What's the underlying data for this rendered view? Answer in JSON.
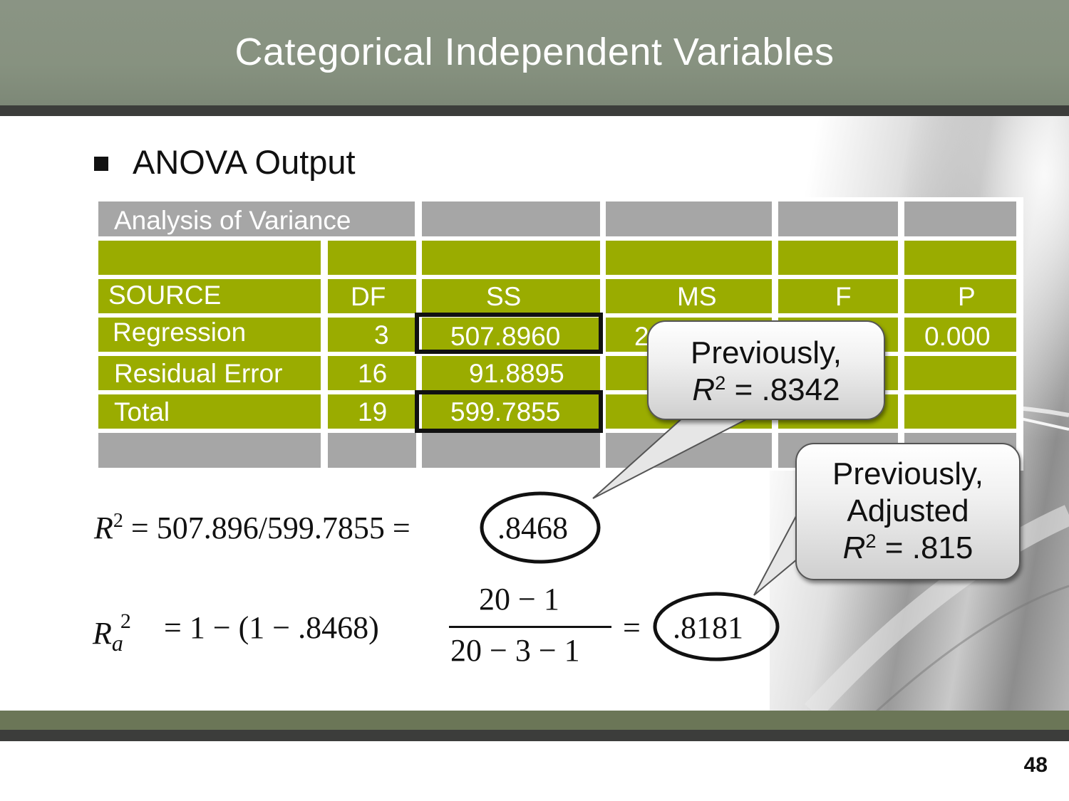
{
  "slide": {
    "title": "Categorical Independent Variables",
    "bullet": "ANOVA Output",
    "page_number": "48"
  },
  "table": {
    "caption": "Analysis of Variance",
    "headers": [
      "SOURCE",
      "DF",
      "SS",
      "MS",
      "F",
      "P"
    ],
    "rows": [
      {
        "source": "Regression",
        "df": "3",
        "ss": "507.8960",
        "ms": "2",
        "f": "",
        "p": "0.000"
      },
      {
        "source": "Residual Error",
        "df": "16",
        "ss": "91.8895",
        "ms": "",
        "f": "",
        "p": ""
      },
      {
        "source": "Total",
        "df": "19",
        "ss": "599.7855",
        "ms": "",
        "f": "",
        "p": ""
      }
    ]
  },
  "callouts": {
    "r2": {
      "line1": "Previously,",
      "var": "R",
      "exp": "2",
      "value": " = .8342"
    },
    "adj": {
      "line1": "Previously,",
      "line2": "Adjusted",
      "var": "R",
      "exp": "2",
      "value": " = .815"
    }
  },
  "formulas": {
    "r2": {
      "var": "R",
      "exp": "2",
      "expr": "= 507.896/599.7855 =",
      "result": ".8468"
    },
    "adj": {
      "var": "R",
      "sub": "a",
      "exp": "2",
      "lhs": "= 1 −  (1 − .8468)",
      "numerator": "20 − 1",
      "denominator": "20 − 3 − 1",
      "equals": "=",
      "result": ".8181"
    }
  },
  "colors": {
    "header": "#879280",
    "table_green": "#9aac00",
    "table_gray": "#a6a6a6",
    "footer": "#6b7657"
  }
}
